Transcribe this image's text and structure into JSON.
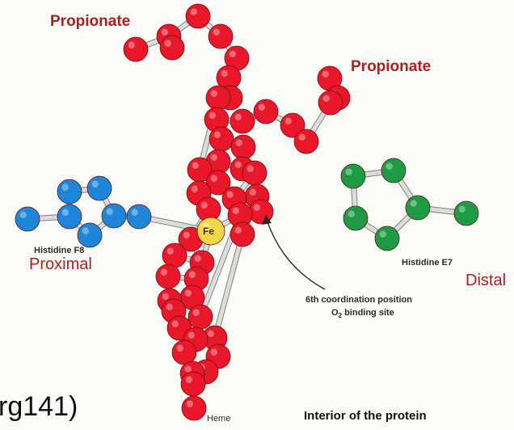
{
  "labels": {
    "propionate_left": "Propionate",
    "propionate_right": "Propionate",
    "histidine_f8": "Histidine F8",
    "proximal": "Proximal",
    "histidine_e7": "Histidine E7",
    "distal": "Distal",
    "fe": "Fe",
    "sixth_coord": "6th coordination position",
    "o2_site_prefix": "O",
    "o2_site_sub": "2",
    "o2_site_suffix": " binding site",
    "heme": "Heme",
    "interior": "Interior of the protein",
    "arg": "rg141)"
  },
  "colors": {
    "heme_atom": "#e8182a",
    "histidine_f8_atom": "#1e86d8",
    "histidine_e7_atom": "#1f9a44",
    "iron_atom": "#f2d64a",
    "bond": "#dcdcdc",
    "label_red": "#b01e1e"
  }
}
